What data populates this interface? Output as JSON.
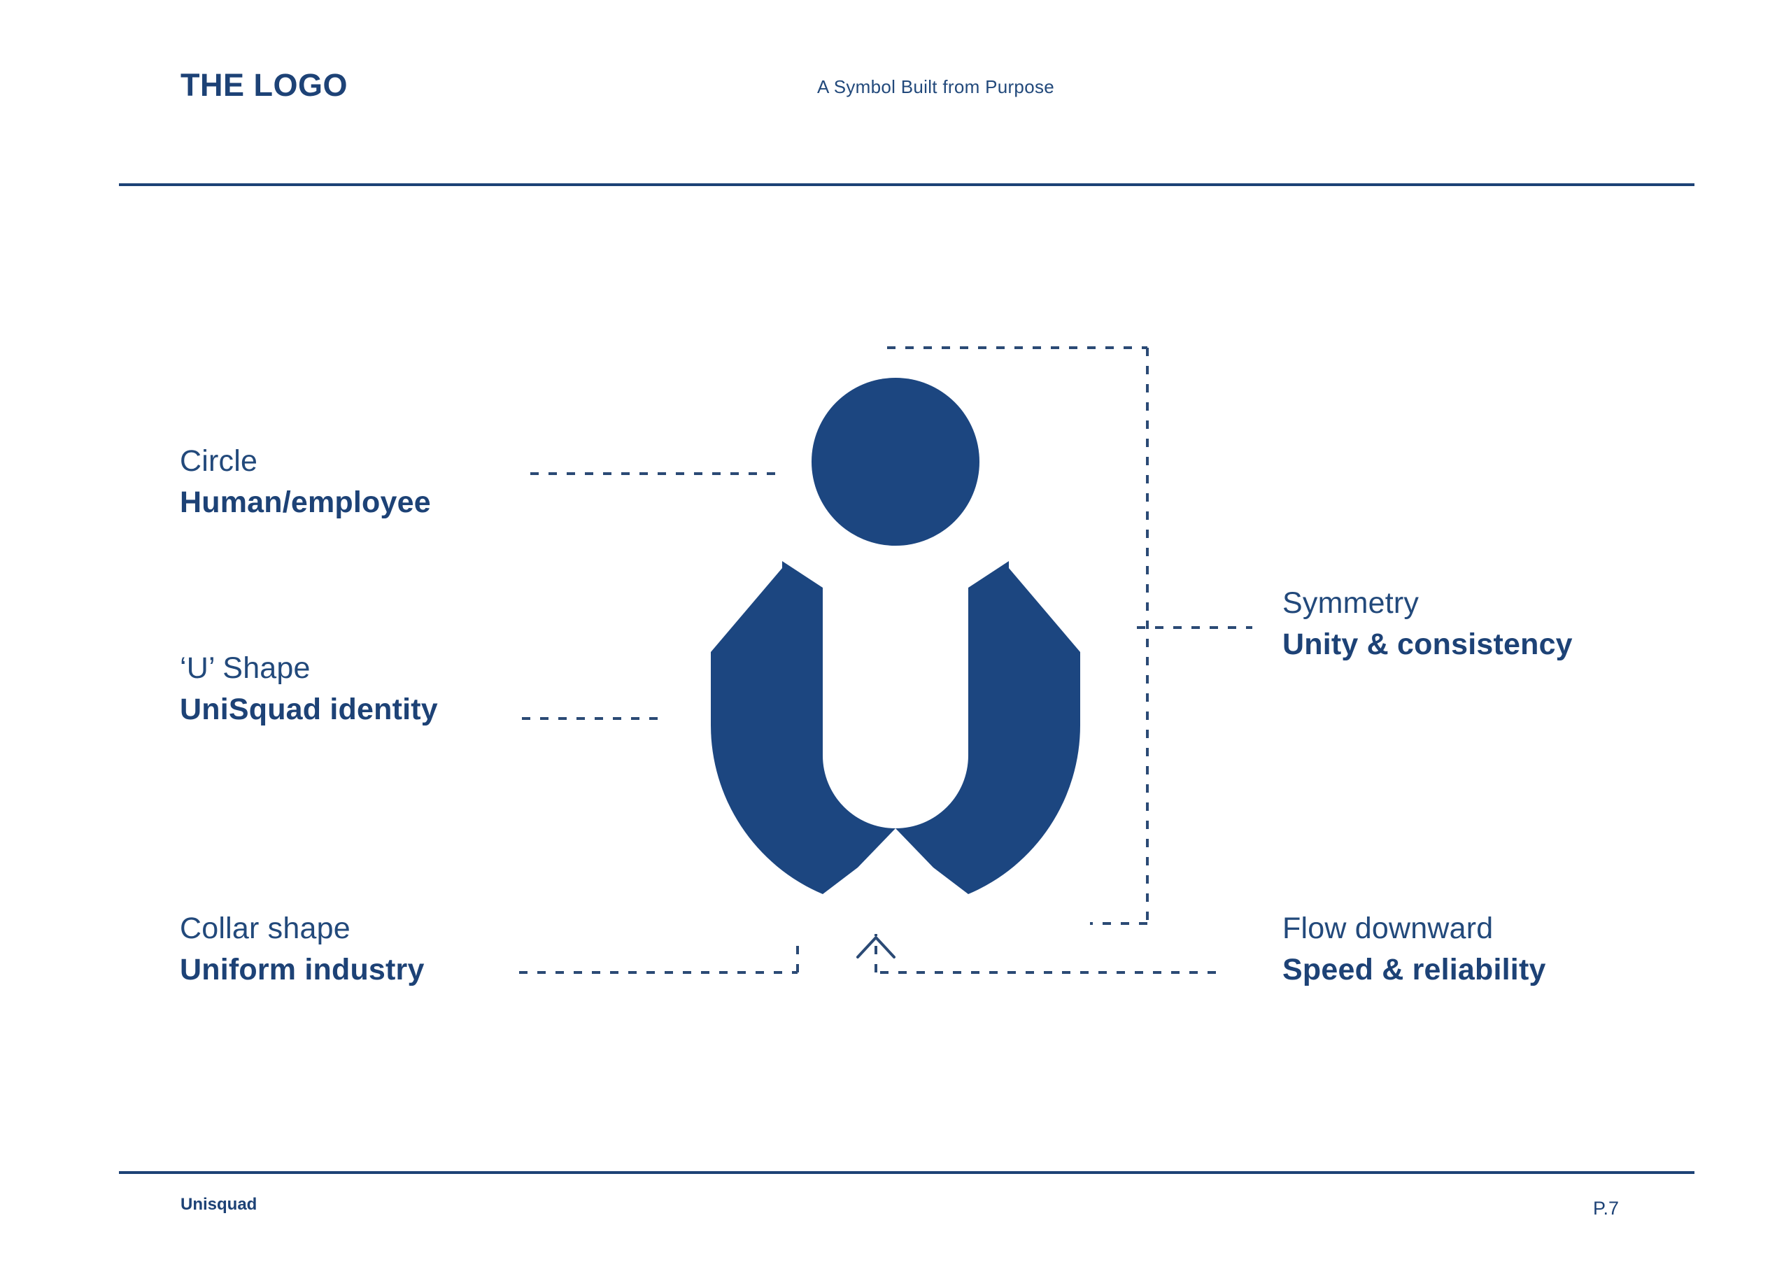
{
  "header": {
    "brand_title": "THE LOGO",
    "subtitle": "A Symbol Built from Purpose"
  },
  "footer": {
    "brand": "Unisquad",
    "page_label": "P.7"
  },
  "colors": {
    "brand_blue": "#1d4276",
    "mark_blue": "#1c4680",
    "text_blue": "#22497b",
    "connector": "#2b4a75",
    "background": "#ffffff"
  },
  "logo": {
    "name": "unisquad-logo-mark",
    "parts": [
      "circle-head",
      "u-body",
      "collar-points"
    ]
  },
  "annotations": [
    {
      "id": "circle",
      "side": "left",
      "title": "Circle",
      "meaning": "Human/employee"
    },
    {
      "id": "u-shape",
      "side": "left",
      "title": "‘U’ Shape",
      "meaning": "UniSquad identity"
    },
    {
      "id": "collar-shape",
      "side": "left",
      "title": "Collar shape",
      "meaning": "Uniform industry"
    },
    {
      "id": "symmetry",
      "side": "right",
      "title": "Symmetry",
      "meaning": "Unity & consistency"
    },
    {
      "id": "flow-downward",
      "side": "right",
      "title": "Flow downward",
      "meaning": "Speed & reliability"
    }
  ]
}
